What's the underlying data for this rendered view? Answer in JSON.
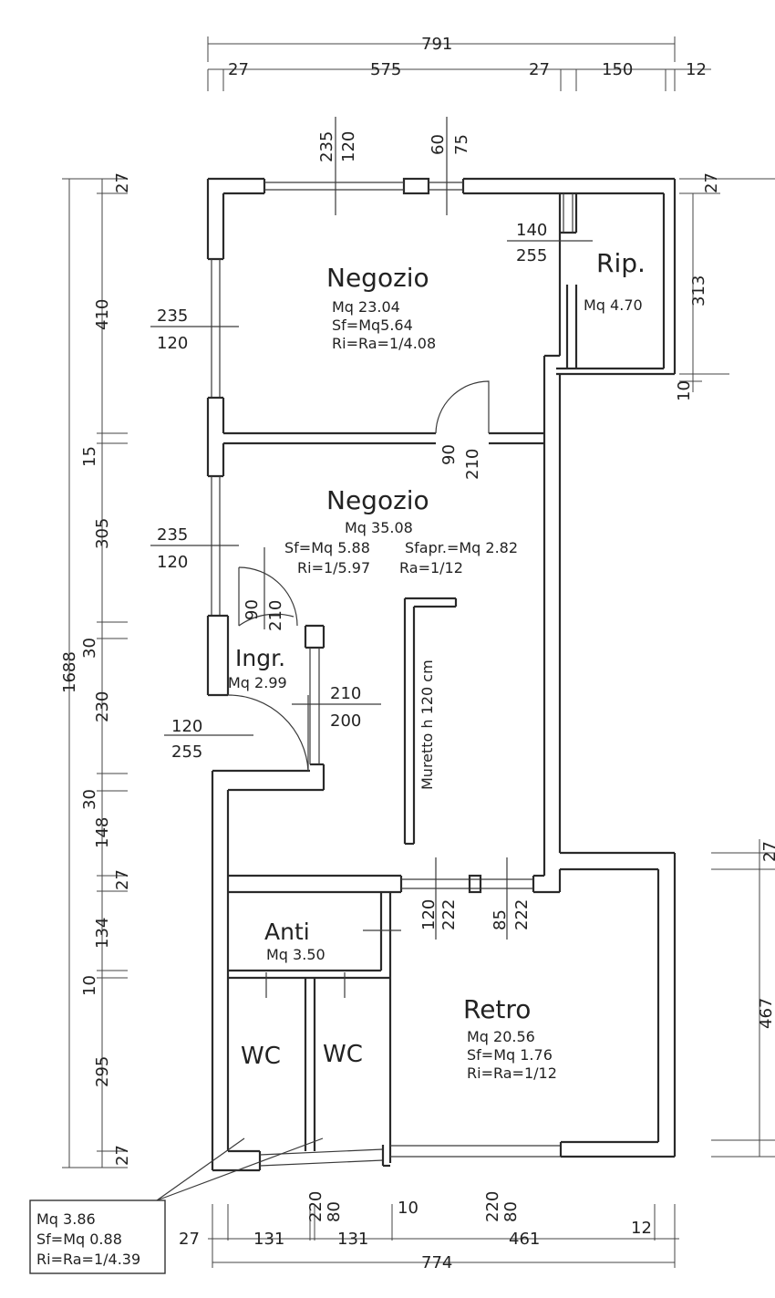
{
  "rooms": {
    "negozio1": {
      "name": "Negozio",
      "area": "Mq  23.04",
      "sf": "Sf=Mq5.64",
      "ri": "Ri=Ra=1/4.08"
    },
    "negozio2": {
      "name": "Negozio",
      "area": "Mq  35.08",
      "sf": "Sf=Mq  5.88",
      "sfapr": "Sfapr.=Mq  2.82",
      "ri": "Ri=1/5.97",
      "ra": "Ra=1/12"
    },
    "rip": {
      "name": "Rip.",
      "area": "Mq  4.70"
    },
    "ingr": {
      "name": "Ingr.",
      "area": "Mq  2.99"
    },
    "anti": {
      "name": "Anti",
      "area": "Mq  3.50"
    },
    "wc1": {
      "name": "WC"
    },
    "wc2": {
      "name": "WC"
    },
    "retro": {
      "name": "Retro",
      "area": "Mq  20.56",
      "sf": "Sf=Mq  1.76",
      "ri": "Ri=Ra=1/12"
    }
  },
  "callout": {
    "area": "Mq  3.86",
    "sf": "Sf=Mq  0.88",
    "ri": "Ri=Ra=1/4.39"
  },
  "muretto": "Muretto  h  120  cm",
  "dims": {
    "top_total": "791",
    "top_27a": "27",
    "top_575": "575",
    "top_27b": "27",
    "top_150": "150",
    "top_12": "12",
    "left_total": "1688",
    "left_27a": "27",
    "left_410": "410",
    "left_15": "15",
    "left_305": "305",
    "left_30a": "30",
    "left_230": "230",
    "left_30b": "30",
    "left_148": "148",
    "left_27b": "27",
    "left_134": "134",
    "left_10": "10",
    "left_295": "295",
    "left_27c": "27",
    "right_27": "27",
    "right_313": "313",
    "right_10": "10",
    "right_467": "467",
    "right_27b": "27",
    "bot_27": "27",
    "bot_131a": "131",
    "bot_131b": "131",
    "bot_10": "10",
    "bot_461": "461",
    "bot_12": "12",
    "bot_774": "774",
    "bot_220a": "220",
    "bot_80a": "80",
    "bot_220b": "220",
    "bot_80b": "80"
  },
  "openings": {
    "w_top1_a": "235",
    "w_top1_b": "120",
    "w_top2_a": "60",
    "w_top2_b": "75",
    "w_rip_a": "140",
    "w_rip_b": "255",
    "w_left1_a": "235",
    "w_left1_b": "120",
    "door_neg_a": "90",
    "door_neg_b": "210",
    "w_left2_a": "235",
    "w_left2_b": "120",
    "door_ingr_a": "90",
    "door_ingr_b": "210",
    "d_ingr_a": "210",
    "d_ingr_b": "200",
    "d_ext_a": "120",
    "d_ext_b": "255",
    "d_mid1_a": "120",
    "d_mid1_b": "222",
    "d_mid2_a": "85",
    "d_mid2_b": "222"
  }
}
